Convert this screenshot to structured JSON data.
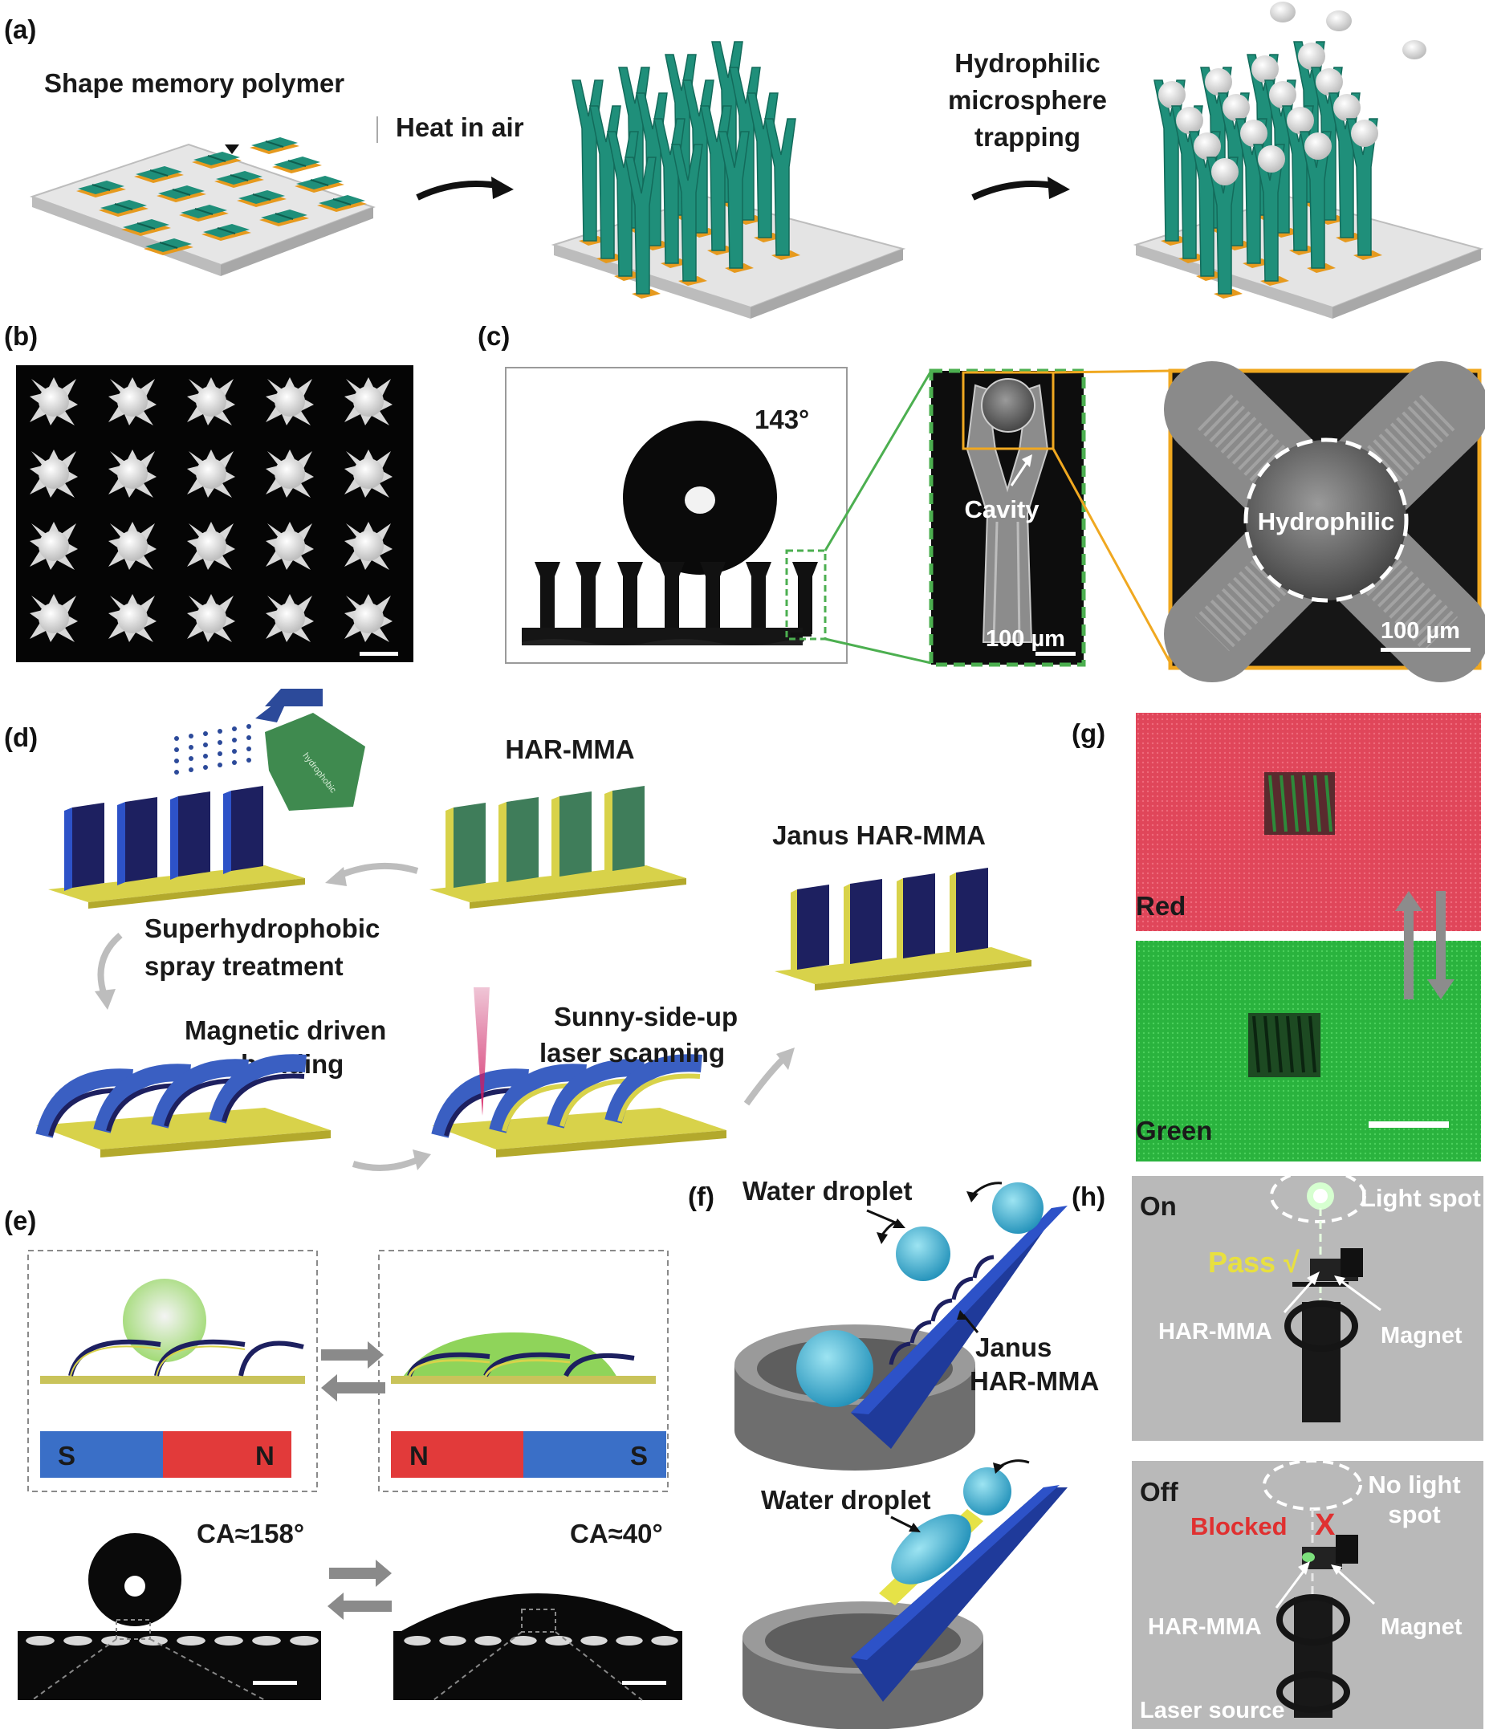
{
  "panel_labels": {
    "a": "(a)",
    "b": "(b)",
    "c": "(c)",
    "d": "(d)",
    "e": "(e)",
    "f": "(f)",
    "g": "(g)",
    "h": "(h)"
  },
  "panel_a": {
    "step1": "Shape memory polymer",
    "step2": "Heat in air",
    "step3_line1": "Hydrophilic",
    "step3_line2": "microsphere",
    "step3_line3": "trapping"
  },
  "panel_c": {
    "contact_angle": "143°",
    "cavity": "Cavity",
    "scale1": "100 µm",
    "hydrophilic": "Hydrophilic",
    "scale2": "100 µm"
  },
  "panel_d": {
    "har_mma": "HAR-MMA",
    "janus": "Janus HAR-MMA",
    "spray_line1": "Superhydrophobic",
    "spray_line2": "spray treatment",
    "bend_line1": "Magnetic driven",
    "bend_line2": "bending",
    "laser_line1": "Sunny-side-up",
    "laser_line2": "laser scanning",
    "bottle_text": "hydrophobic"
  },
  "panel_e": {
    "s1": "S",
    "n1": "N",
    "n2": "N",
    "s2": "S",
    "ca1": "CA≈158°",
    "ca2": "CA≈40°"
  },
  "panel_f": {
    "droplet1": "Water droplet",
    "janus_line1": "Janus",
    "janus_line2": "HAR-MMA",
    "droplet2": "Water droplet"
  },
  "panel_g": {
    "red": "Red",
    "green": "Green"
  },
  "panel_h": {
    "on": "On",
    "light_spot": "Light spot",
    "pass": "Pass √",
    "har1": "HAR-MMA",
    "magnet1": "Magnet",
    "off": "Off",
    "no_light1": "No light",
    "no_light2": "spot",
    "blocked": "Blocked",
    "x": "X",
    "har2": "HAR-MMA",
    "magnet2": "Magnet",
    "laser": "Laser source"
  },
  "colors": {
    "pillar_green": "#1f8f7a",
    "gold": "#e69a1e",
    "substrate": "#d6d6d6",
    "navy": "#1d2060",
    "sheet_green": "#3f7d5a",
    "yellow": "#d8d24a",
    "magnet_blue": "#3a6fc7",
    "magnet_red": "#e23a3a",
    "droplet": "#38aecd",
    "pass": "#e8e040",
    "blocked": "#e03030",
    "frame_green": "#4caf50",
    "frame_gold": "#f0a820"
  }
}
